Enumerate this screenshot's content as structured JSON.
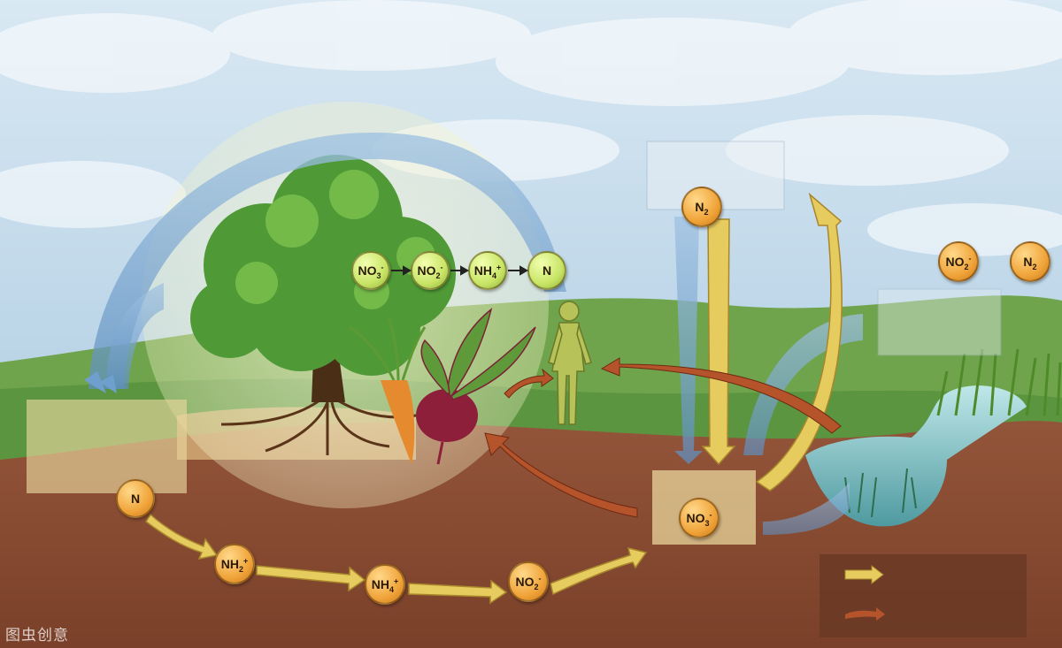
{
  "nodes": {
    "soil_n": "N",
    "soil_nh2": {
      "base": "NH",
      "sub": "2",
      "sup": "+"
    },
    "soil_nh4": {
      "base": "NH",
      "sub": "4",
      "sup": "+"
    },
    "soil_no2": {
      "base": "NO",
      "sub": "2",
      "sup": "-"
    },
    "soil_no3": {
      "base": "NO",
      "sub": "3",
      "sup": "-"
    },
    "sky_n2": {
      "base": "N",
      "sub": "2"
    },
    "air_no2": {
      "base": "NO",
      "sub": "2",
      "sup": "-"
    },
    "air_n2": {
      "base": "N",
      "sub": "2"
    },
    "plant_no3": {
      "base": "NO",
      "sub": "3",
      "sup": "-"
    },
    "plant_no2": {
      "base": "NO",
      "sub": "2",
      "sup": "-"
    },
    "plant_nh4": {
      "base": "NH",
      "sub": "4",
      "sup": "+"
    },
    "plant_n": "N"
  },
  "watermark": "图虫创意",
  "colors": {
    "sky": "#cfe3f0",
    "soil": "#8a4f35",
    "grass": "#6da24a",
    "orange_node": "#f0a43a",
    "green_node": "#c8e566",
    "yellow_arrow": "#e8cf6a",
    "blue_arrow": "#7fa8cf",
    "red_arrow": "#b3502a"
  }
}
